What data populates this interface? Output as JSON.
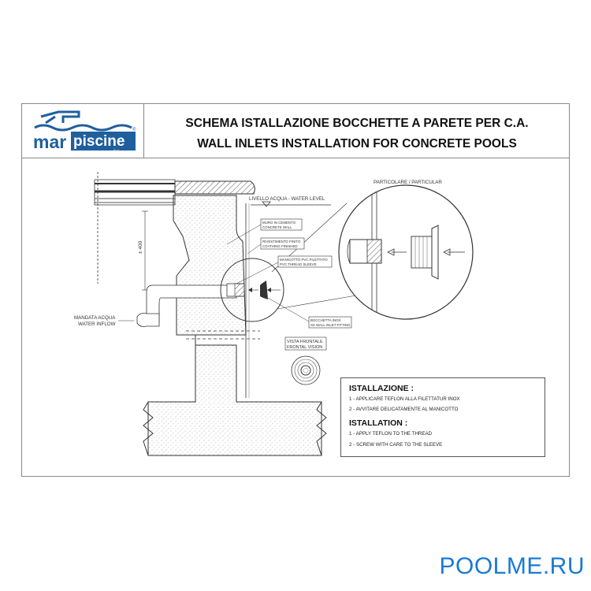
{
  "header": {
    "brand_left": "mar",
    "brand_right": "piscine",
    "brand_suffix": "S.r.l.",
    "brand_mark": "®",
    "title_it": "SCHEMA ISTALLAZIONE BOCCHETTE A PARETE PER C.A.",
    "title_en": "WALL INLETS INSTALLATION FOR CONCRETE POOLS"
  },
  "labels": {
    "water_level": "LIVELLO ACQUA - WATER LEVEL",
    "wall_it": "MURO IN CEMENTO",
    "wall_en": "CONCRETE WALL",
    "coating_it": "RIVESTIMENTO FINITO",
    "coating_en": "COATHING FINISHED",
    "sleeve_it": "MANICOTTO PVC FILETTATO",
    "sleeve_en": "PVC THREAD SLEEVE",
    "fitting_it": "BOCCHETTA INOX",
    "fitting_en": "SS WALL INLET FITTING",
    "inflow_it": "MANDATA ACQUA",
    "inflow_en": "WATER INFLOW",
    "dimension": "± 400",
    "particular": "PARTICOLARE / PARTICULAR",
    "front_it": "VISTA FRONTALE",
    "front_en": "FRONTAL VISION"
  },
  "instructions": {
    "heading_it": "ISTALLAZIONE :",
    "step1_it": "1 - APPLICARE TEFLON ALLA FILETTATUR INOX",
    "step2_it": "2 - AVVITARE DELICATAMENTE AL MANICOTTO",
    "heading_en": "ISTALLATION :",
    "step1_en": "1 - APPLY TEFLON TO THE THREAD",
    "step2_en": "2 - SCREW WITH CARE TO THE SLEEVE"
  },
  "watermark": "POOLME.RU",
  "colors": {
    "brand_blue": "#1f5f9e",
    "watermark_blue": "#1a7ad4",
    "line": "#333333"
  }
}
